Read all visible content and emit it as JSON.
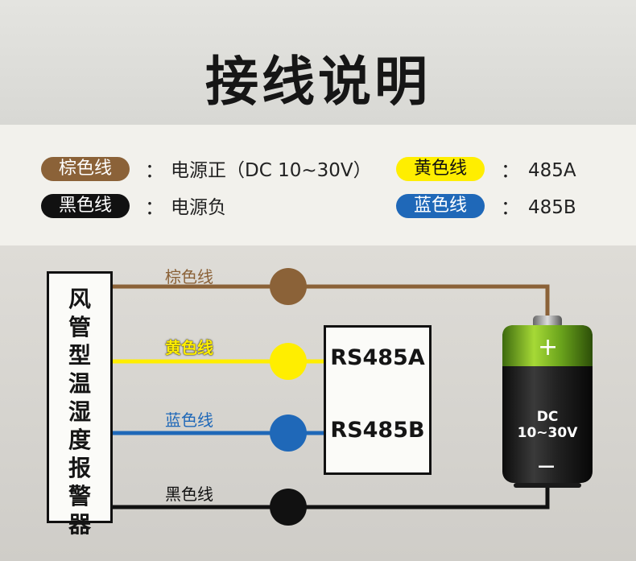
{
  "header": {
    "title": "接线说明"
  },
  "legend": {
    "items": [
      {
        "label": "棕色线",
        "colon": "：",
        "desc": "电源正（DC 10~30V）",
        "color": "#8b6238",
        "text_color": "#ffffff"
      },
      {
        "label": "黑色线",
        "colon": "：",
        "desc": "电源负",
        "color": "#111111",
        "text_color": "#ffffff"
      },
      {
        "label": "黄色线",
        "colon": "：",
        "desc": "485A",
        "color": "#ffee00",
        "text_color": "#111111"
      },
      {
        "label": "蓝色线",
        "colon": "：",
        "desc": "485B",
        "color": "#1f68b8",
        "text_color": "#ffffff"
      }
    ]
  },
  "diagram": {
    "device_label": "风管型温湿度报警器",
    "wires": {
      "brown": {
        "label": "棕色线",
        "color": "#8b6238"
      },
      "yellow": {
        "label": "黄色线",
        "color": "#ffee00"
      },
      "blue": {
        "label": "蓝色线",
        "color": "#1f68b8"
      },
      "black": {
        "label": "黑色线",
        "color": "#111111"
      }
    },
    "rs485": {
      "a_label": "RS485A",
      "b_label": "RS485B"
    },
    "battery": {
      "plus": "+",
      "minus": "−",
      "voltage": "DC 10~30V"
    }
  }
}
